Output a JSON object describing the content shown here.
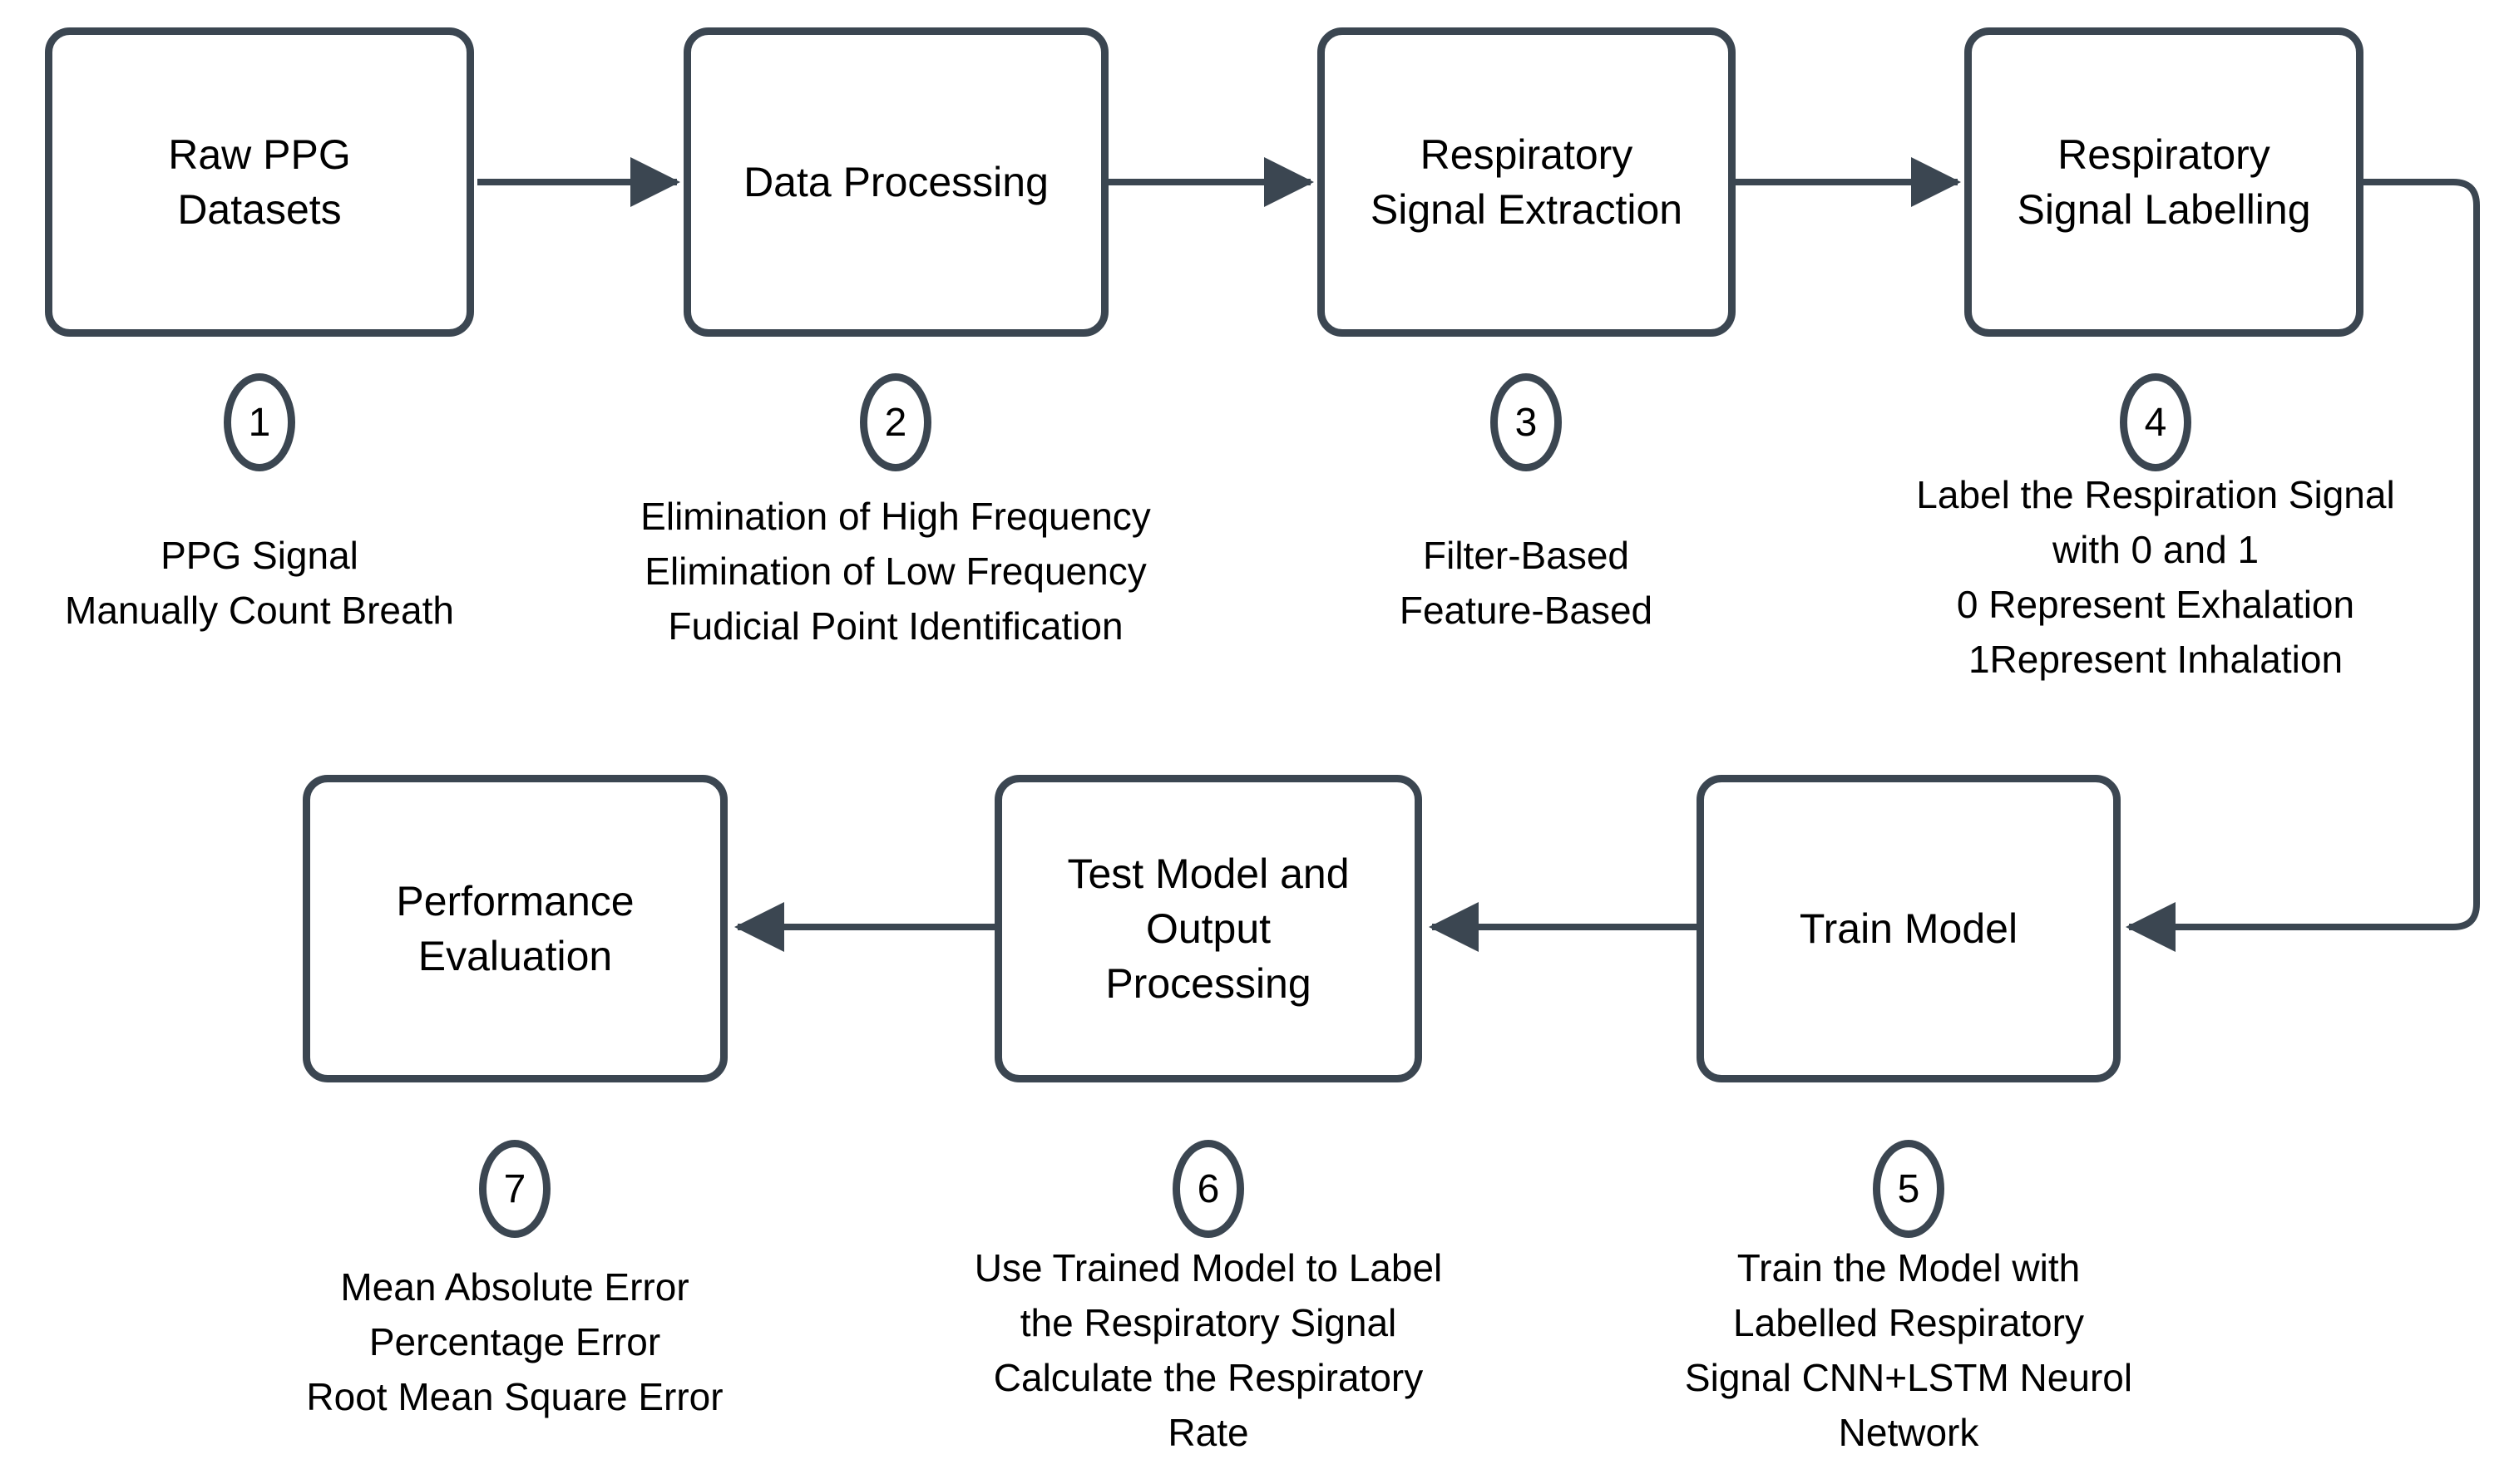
{
  "diagram": {
    "background_color": "#ffffff",
    "stroke_color": "#3b4651",
    "text_color": "#000000",
    "nodes": [
      {
        "id": "raw-ppg-datasets",
        "label": "Raw PPG\nDatasets"
      },
      {
        "id": "data-processing",
        "label": "Data Processing"
      },
      {
        "id": "respiratory-signal-extraction",
        "label": "Respiratory\nSignal Extraction"
      },
      {
        "id": "respiratory-signal-labelling",
        "label": "Respiratory\nSignal Labelling"
      },
      {
        "id": "train-model",
        "label": "Train Model"
      },
      {
        "id": "test-model-output-processing",
        "label": "Test Model and\nOutput\nProcessing"
      },
      {
        "id": "performance-evaluation",
        "label": "Performance\nEvaluation"
      }
    ],
    "steps": [
      {
        "number": "1",
        "description": "PPG Signal\nManually Count Breath"
      },
      {
        "number": "2",
        "description": "Elimination of High Frequency\nElimination of Low Frequency\nFudicial Point Identification"
      },
      {
        "number": "3",
        "description": "Filter-Based\nFeature-Based"
      },
      {
        "number": "4",
        "description": "Label the Respiration Signal\nwith 0 and 1\n0 Represent Exhalation\n1Represent Inhalation"
      },
      {
        "number": "5",
        "description": "Train the Model with\nLabelled Respiratory\nSignal CNN+LSTM Neurol\nNetwork"
      },
      {
        "number": "6",
        "description": "Use Trained Model to Label\nthe Respiratory Signal\nCalculate the Respiratory\nRate"
      },
      {
        "number": "7",
        "description": "Mean Absolute Error\nPercentage Error\nRoot Mean Square Error"
      }
    ]
  }
}
